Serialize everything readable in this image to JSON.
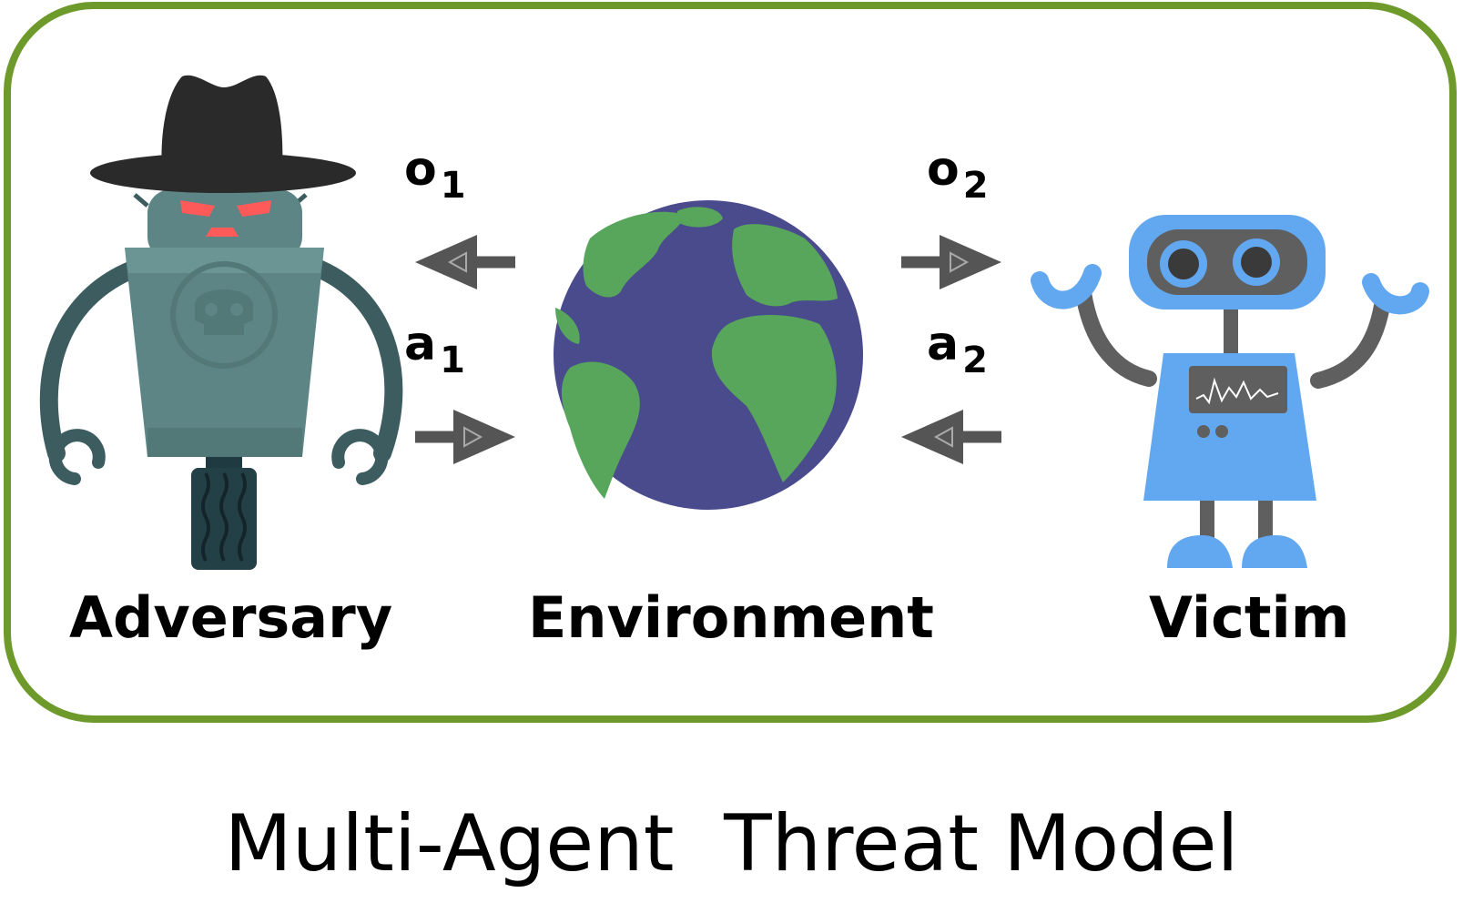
{
  "labels": {
    "adversary": "Adversary",
    "environment": "Environment",
    "victim": "Victim",
    "title": "Multi-Agent  Threat Model"
  },
  "symbols": {
    "o1": {
      "base": "o",
      "sub": "1"
    },
    "a1": {
      "base": "a",
      "sub": "1"
    },
    "o2": {
      "base": "o",
      "sub": "2"
    },
    "a2": {
      "base": "a",
      "sub": "2"
    }
  },
  "colors": {
    "frame_border": "#6e9a2b",
    "arrow": "#555555",
    "adversary_body": "#5d8585",
    "adversary_dark": "#3c5c5f",
    "adversary_hat": "#2a2a2a",
    "adversary_eyes": "#ff5a5a",
    "ocean": "#4a4b8c",
    "land": "#58a55c",
    "victim_body": "#62a8f0",
    "victim_dark": "#5f5f5f"
  }
}
